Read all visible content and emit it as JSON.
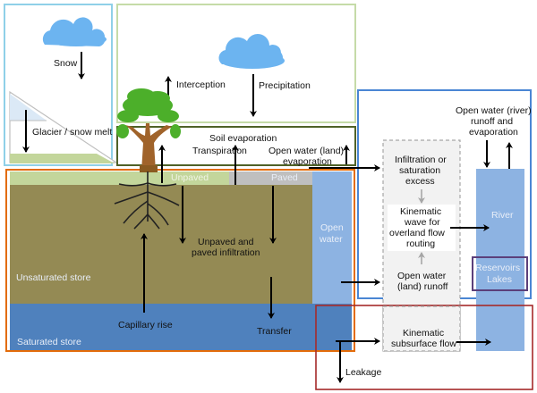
{
  "labels": {
    "snow": "Snow",
    "glacier": "Glacier / snow melt",
    "interception": "Interception",
    "precipitation": "Precipitation",
    "transpiration": "Transpiration",
    "soil_evaporation": "Soil evaporation",
    "open_water_land_evap_1": "Open water (land)",
    "open_water_land_evap_2": "evaporation",
    "unpaved": "Unpaved",
    "paved": "Paved",
    "open_water_1": "Open",
    "open_water_2": "water",
    "infiltration_1": "Unpaved and",
    "infiltration_2": "paved infiltration",
    "unsaturated_store": "Unsaturated store",
    "saturated_store": "Saturated store",
    "capillary_rise": "Capillary rise",
    "transfer": "Transfer",
    "leakage": "Leakage",
    "infil_excess_1": "Infiltration or",
    "infil_excess_2": "saturation",
    "infil_excess_3": "excess",
    "kinematic_1": "Kinematic",
    "kinematic_2": "wave for",
    "kinematic_3": "overland flow",
    "kinematic_4": "routing",
    "ow_runoff_1": "Open water",
    "ow_runoff_2": "(land) runoff",
    "river_evap_1": "Open water (river)",
    "river_evap_2": "runoff and",
    "river_evap_3": "evaporation",
    "river": "River",
    "reservoirs": "Reservoirs",
    "lakes": "Lakes",
    "subsurface_1": "Kinematic",
    "subsurface_2": "subsurface flow"
  },
  "colors": {
    "snow_box": "#8fd0e8",
    "atmos_box": "#c5dba8",
    "surface_box": "#4f6228",
    "soil_box": "#e36c0a",
    "routing_box": "#4a86d4",
    "groundwater_box": "#a52a2a",
    "reservoir_box": "#5b3f7a",
    "cloud": "#6cb4f0",
    "grass": "#c3d69b",
    "paved": "#bfbfbf",
    "unsaturated": "#948a54",
    "saturated": "#4f81bd",
    "open_water": "#8db3e2",
    "river": "#8db3e2",
    "routing_panel": "#f2f2f2"
  }
}
